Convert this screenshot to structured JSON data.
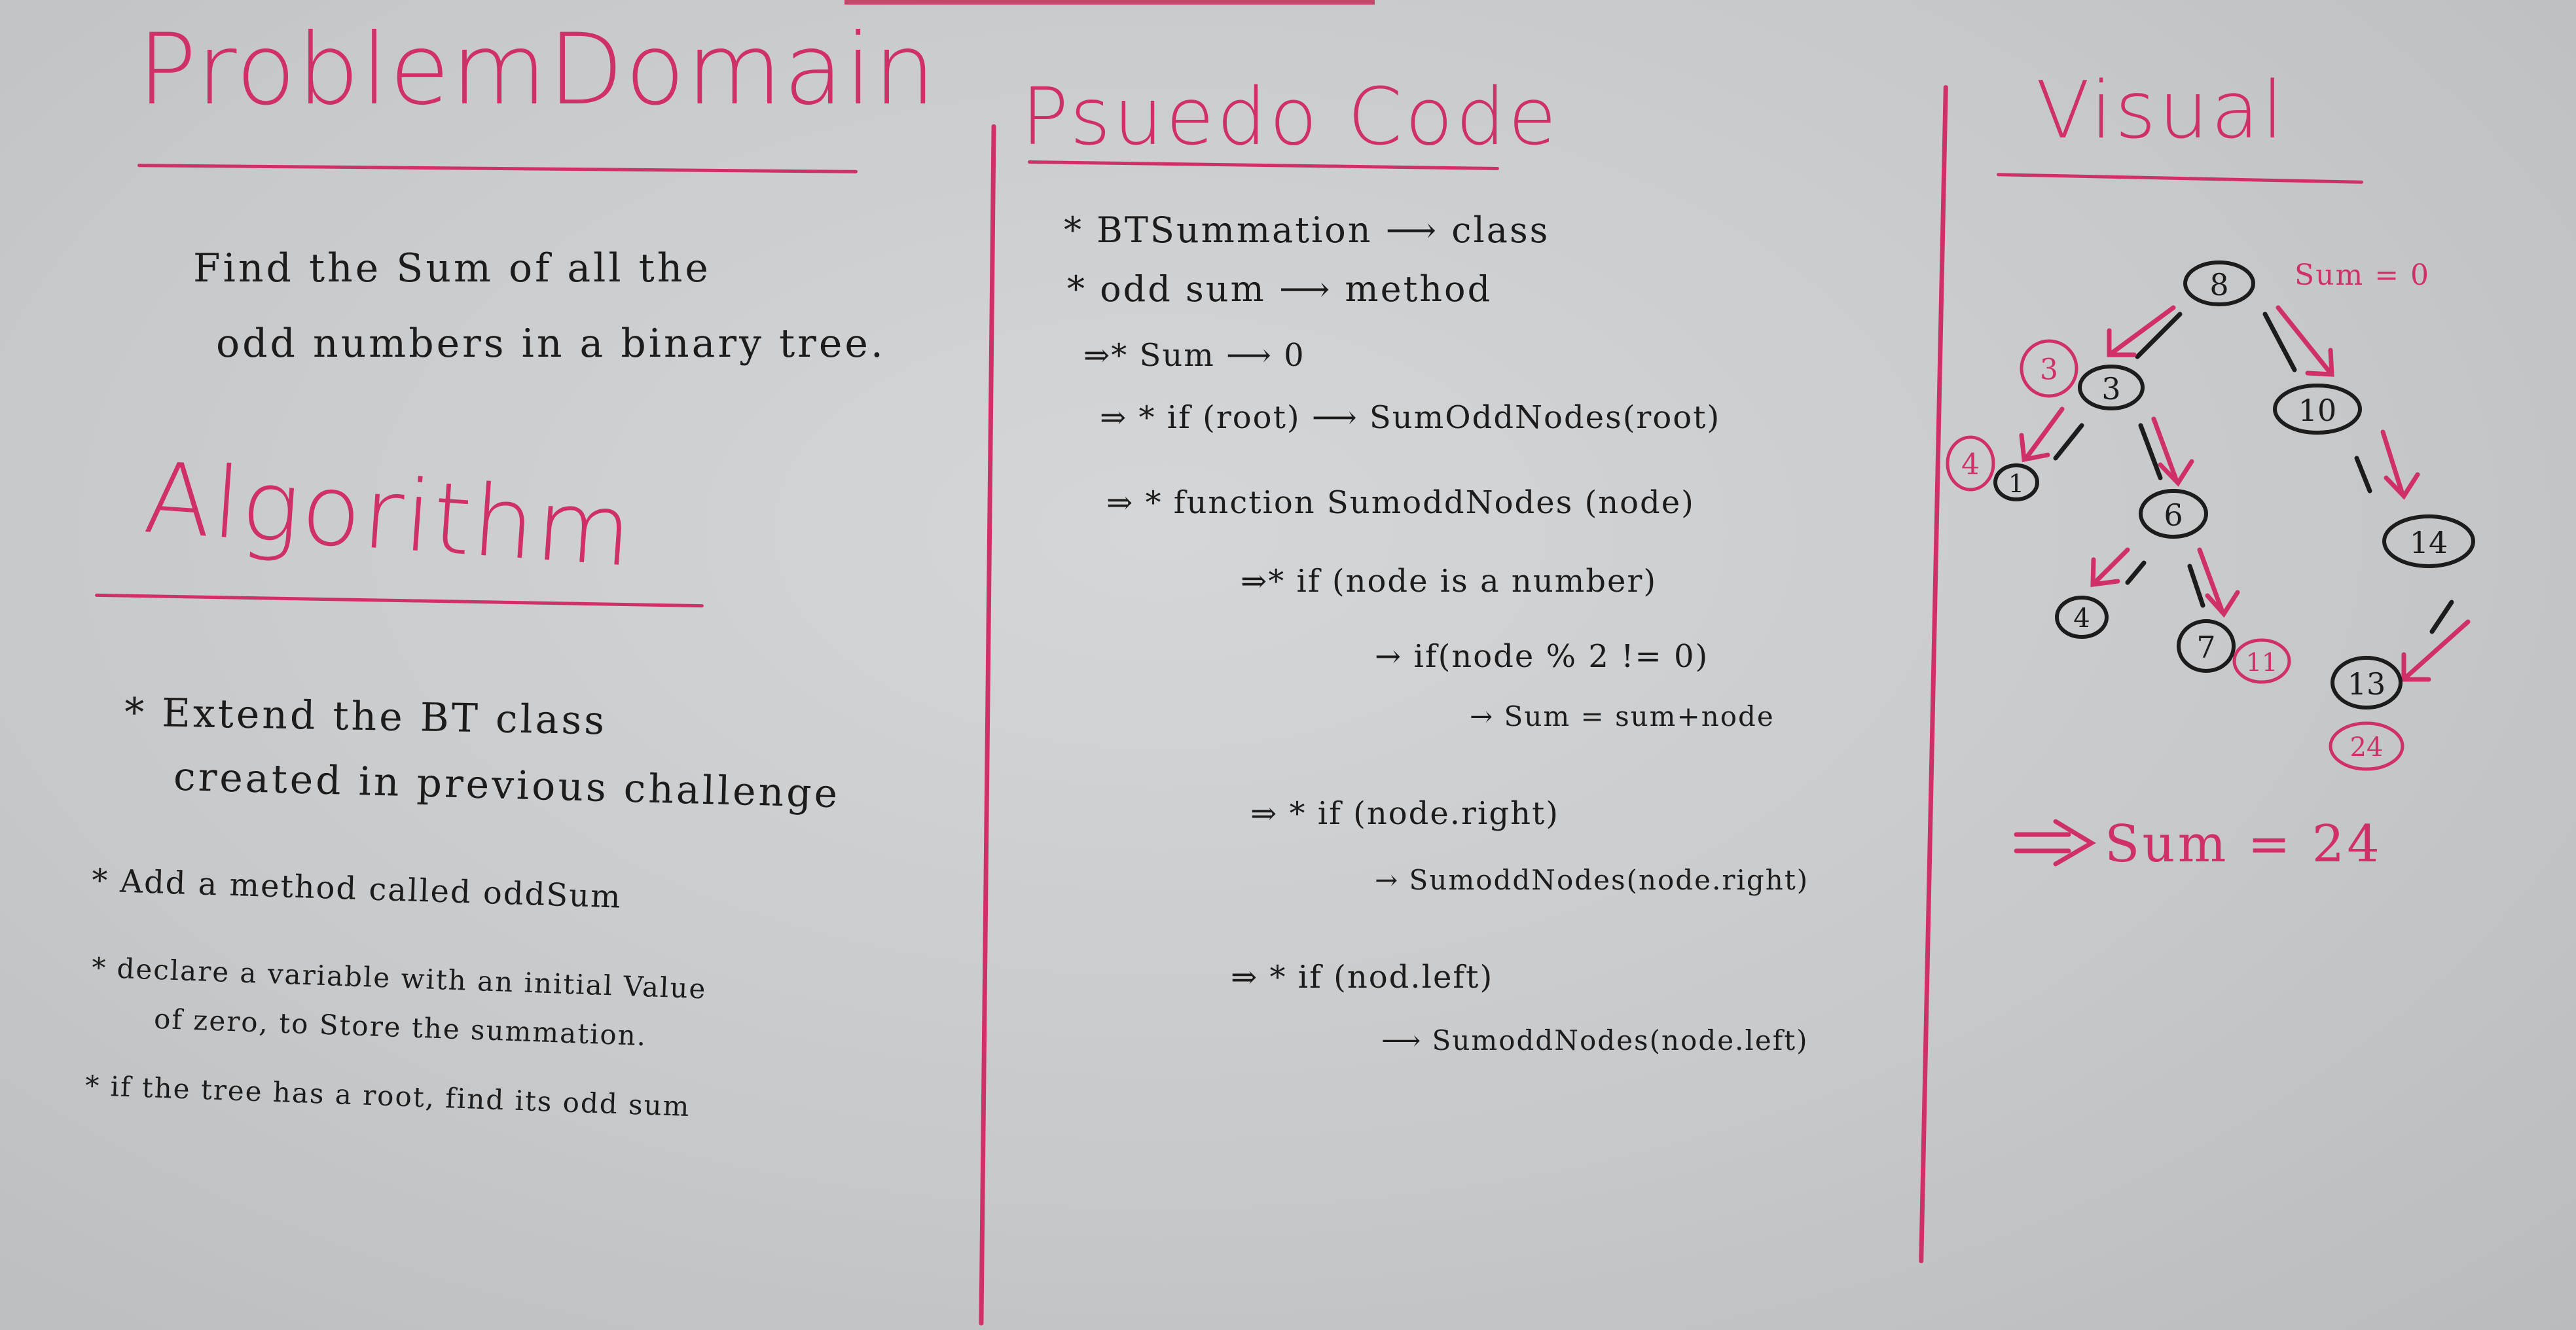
{
  "problem_domain": {
    "title": "ProblemDomain",
    "line1": "Find the Sum of all the",
    "line2": "odd numbers in a binary tree."
  },
  "algorithm": {
    "title": "Algorithm",
    "items": [
      "* Extend the BT class",
      "created in previous challenge",
      "* Add a method called oddSum",
      "* declare a variable with an initial Value",
      "of zero, to Store the summation.",
      "* if the tree has a root, find its odd sum"
    ]
  },
  "pseudo_code": {
    "title": "Psuedo Code",
    "lines": [
      "* BTSummation ⟶ class",
      "* odd sum ⟶ method",
      "⇒* Sum ⟶ 0",
      "⇒ * if (root) ⟶ SumOddNodes(root)",
      "⇒ * function SumoddNodes (node)",
      "⇒* if (node is a number)",
      "→ if(node % 2 != 0)",
      "→ Sum = sum+node",
      "⇒ * if (node.right)",
      "→ SumoddNodes(node.right)",
      "⇒ * if (nod.left)",
      "⟶ SumoddNodes(node.left)"
    ]
  },
  "visual": {
    "title": "Visual",
    "sum_start": "Sum = 0",
    "nodes": [
      "8",
      "3",
      "10",
      "1",
      "6",
      "14",
      "4",
      "7",
      "13"
    ],
    "running_sums": [
      "3",
      "4",
      "11",
      "24"
    ],
    "result": "⇒ Sum = 24"
  },
  "colors": {
    "marker_red": "#d0306a",
    "marker_black": "#1c1c1c",
    "board": "#c9cbcd"
  }
}
